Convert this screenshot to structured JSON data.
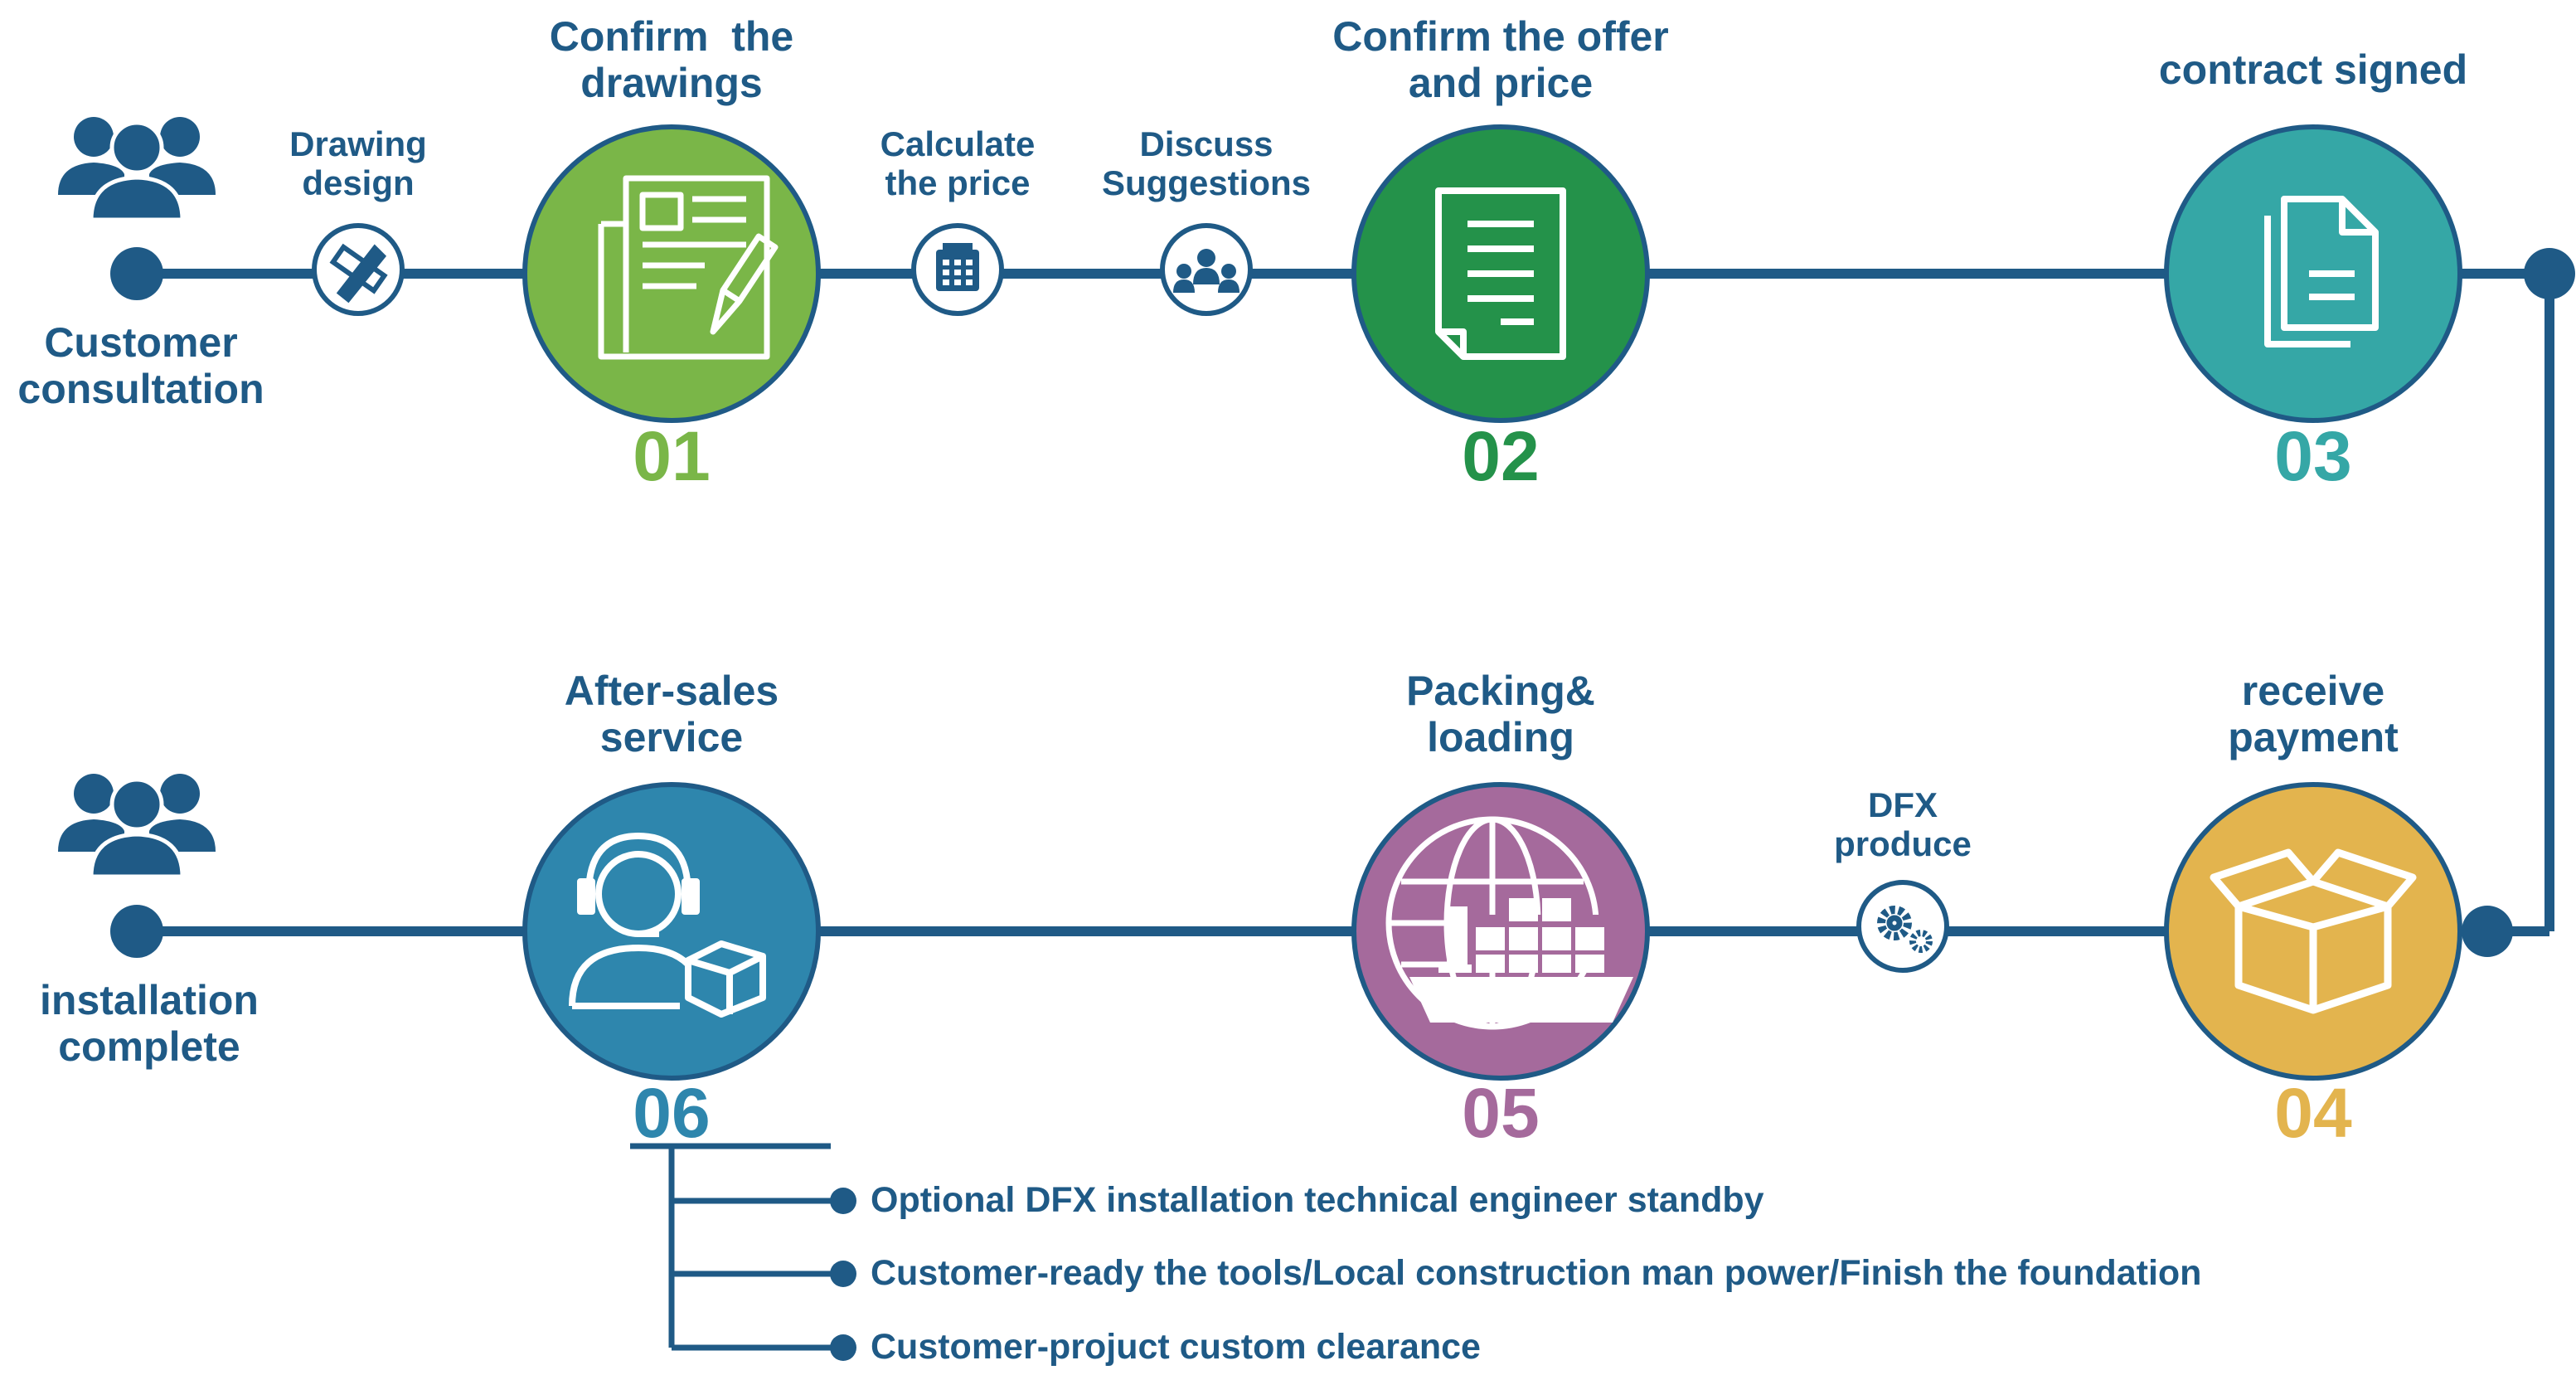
{
  "start": {
    "label": "Customer consultation"
  },
  "end": {
    "label": "installation complete"
  },
  "connectors": {
    "drawing": "Drawing design",
    "price": "Calculate the price",
    "discuss": "Discuss Suggestions",
    "produce": "DFX produce"
  },
  "steps": [
    {
      "number": "01",
      "title": "Confirm  the drawings",
      "color": "#7ab648"
    },
    {
      "number": "02",
      "title": "Confirm the offer and price",
      "color": "#24924a"
    },
    {
      "number": "03",
      "title": "contract signed",
      "color": "#35a7a6"
    },
    {
      "number": "04",
      "title": "receive payment",
      "color": "#e3b44e"
    },
    {
      "number": "05",
      "title": "Packing& loading",
      "color": "#a56a9c"
    },
    {
      "number": "06",
      "title": "After-sales service",
      "color": "#2e86ad"
    }
  ],
  "after_sales_items": [
    "Optional DFX installation technical engineer standby",
    "Customer-ready the tools/Local construction man power/Finish the foundation",
    "Customer-projuct custom clearance"
  ],
  "colors": {
    "line": "#1f5a86",
    "text": "#1f5a86"
  },
  "icons": {
    "customer": "people-group-icon",
    "drawing": "pencil-ruler-icon",
    "price": "calculator-icon",
    "discuss": "people-discuss-icon",
    "step1": "document-pen-icon",
    "step2": "document-lines-icon",
    "step3": "documents-stack-icon",
    "step4": "open-box-icon",
    "step5": "globe-ship-icon",
    "step6": "support-agent-icon",
    "produce": "gears-icon"
  }
}
